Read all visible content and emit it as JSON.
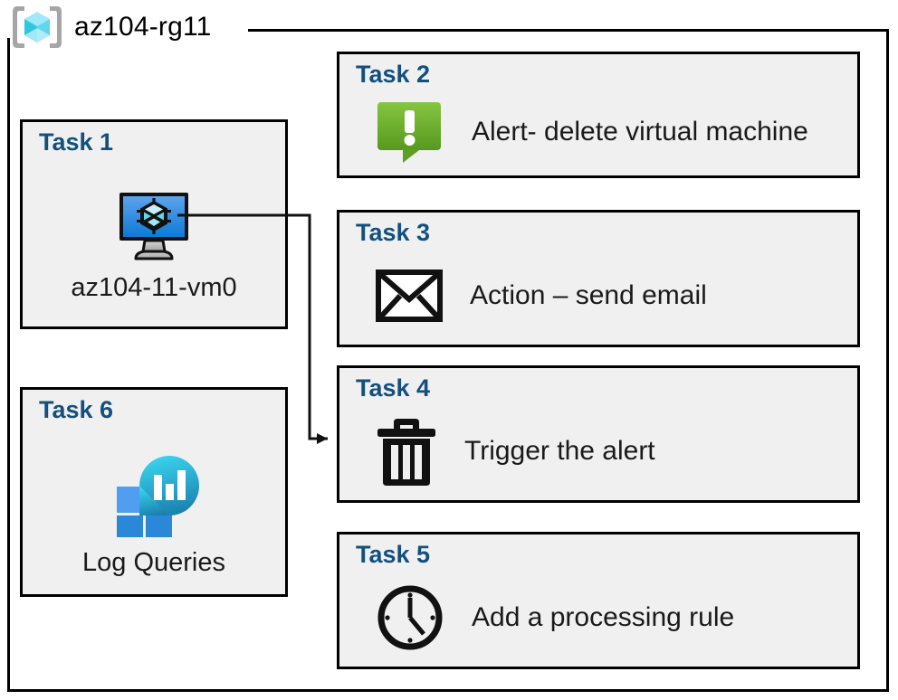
{
  "diagram": {
    "container": {
      "title": "az104-rg11",
      "icon": "azure-resource-group-icon"
    },
    "colors": {
      "task_label": "#13507d",
      "box_fill": "#f0f0f0",
      "border": "#000000",
      "alert_green": "#7ab943",
      "vm_blue": "#1b80d8",
      "log_cyan": "#32c5e0"
    },
    "connector": {
      "from": "task-1-vm-icon",
      "to": "task-4-box",
      "arrow": "arrow-right"
    },
    "tasks": [
      {
        "id": "task1",
        "label": "Task 1",
        "text": "az104-11-vm0",
        "icon": "virtual-machine-icon",
        "column": "left"
      },
      {
        "id": "task6",
        "label": "Task 6",
        "text": "Log Queries",
        "icon": "log-analytics-icon",
        "column": "left"
      },
      {
        "id": "task2",
        "label": "Task 2",
        "text": "Alert- delete virtual machine",
        "icon": "alert-callout-icon",
        "column": "right"
      },
      {
        "id": "task3",
        "label": "Task 3",
        "text": "Action – send email",
        "icon": "envelope-icon",
        "column": "right"
      },
      {
        "id": "task4",
        "label": "Task 4",
        "text": "Trigger the alert",
        "icon": "trash-can-icon",
        "column": "right"
      },
      {
        "id": "task5",
        "label": "Task 5",
        "text": "Add a processing rule",
        "icon": "clock-icon",
        "column": "right"
      }
    ]
  }
}
